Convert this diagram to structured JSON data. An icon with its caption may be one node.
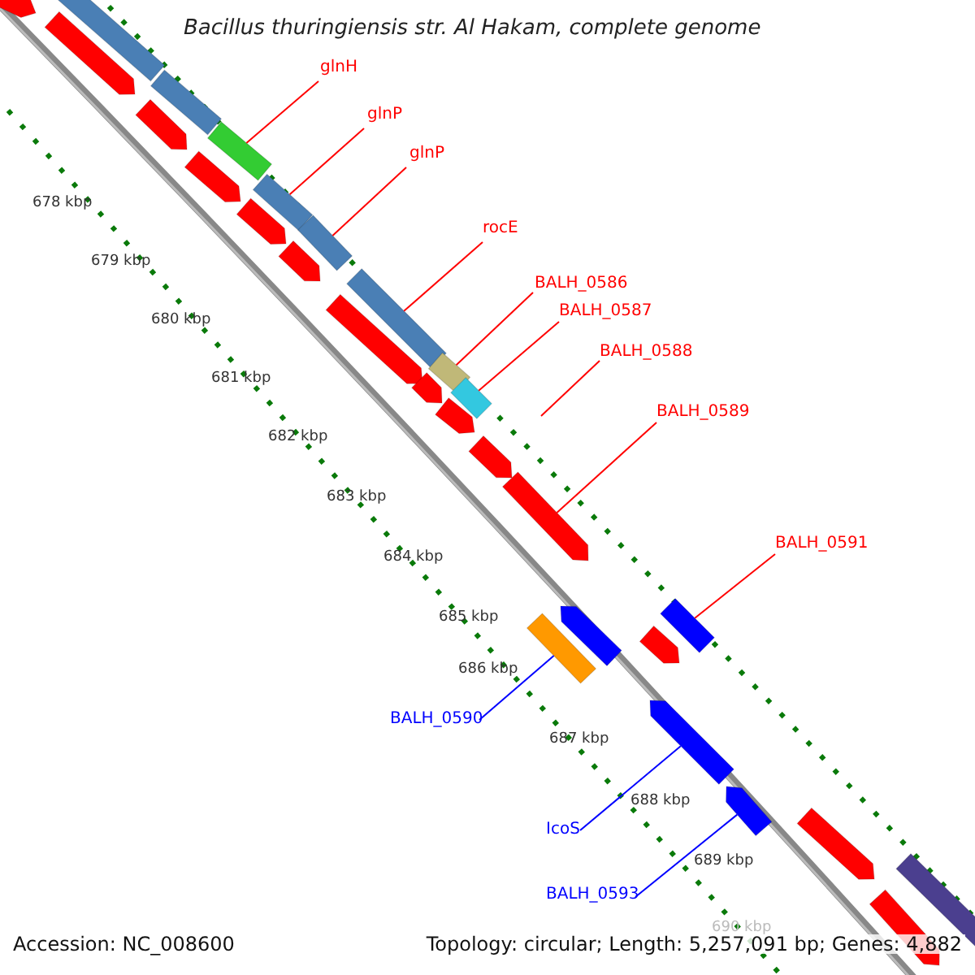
{
  "diagram": {
    "title": "Bacillus thuringiensis str. Al Hakam, complete genome",
    "nodes": [
      {
        "text": [
          "glnH"
        ]
      },
      {
        "text": [
          "glnP"
        ]
      },
      {
        "text": [
          "glnP"
        ]
      },
      {
        "text": [
          "rocE"
        ]
      },
      {
        "text": [
          "BALH_0586"
        ]
      },
      {
        "text": [
          "BALH_0587"
        ]
      },
      {
        "text": [
          "BALH_0588"
        ]
      },
      {
        "text": [
          "BALH_0589"
        ]
      },
      {
        "text": [
          "BALH_0591"
        ]
      },
      {
        "text": [
          "BALH_0590"
        ]
      },
      {
        "text": [
          "IcoS"
        ]
      },
      {
        "text": [
          "BALH_0593"
        ]
      },
      {
        "text": [],
        "shape": "box"
      },
      {
        "text": [],
        "shape": "box"
      },
      {
        "text": [],
        "shape": "box"
      },
      {
        "text": [],
        "shape": "box"
      },
      {
        "text": [],
        "shape": "box"
      },
      {
        "text": [],
        "shape": "box"
      },
      {
        "text": [],
        "shape": "box"
      },
      {
        "text": [],
        "shape": "box"
      },
      {
        "text": [],
        "shape": "arrow"
      },
      {
        "text": [],
        "shape": "arrow"
      },
      {
        "text": [],
        "shape": "arrow"
      },
      {
        "text": [],
        "shape": "arrow"
      },
      {
        "text": [],
        "shape": "arrow"
      },
      {
        "text": [],
        "shape": "arrow"
      },
      {
        "text": [],
        "shape": "arrow"
      },
      {
        "text": [],
        "shape": "arrow"
      },
      {
        "text": [],
        "shape": "arrow"
      },
      {
        "text": [],
        "shape": "arrow"
      },
      {
        "text": [],
        "shape": "arrow"
      },
      {
        "text": [],
        "shape": "box"
      },
      {
        "text": [],
        "shape": "arrow"
      },
      {
        "text": [],
        "shape": "arrow"
      },
      {
        "text": [],
        "shape": "arrow"
      },
      {
        "text": [],
        "shape": "box"
      },
      {
        "text": [],
        "shape": "arrow"
      },
      {
        "text": [],
        "shape": "box"
      },
      {
        "text": [],
        "shape": "arrow"
      },
      {
        "text": [],
        "shape": "arrow"
      }
    ],
    "edges": [
      {
        "from": 0,
        "to": 14,
        "arrow": "none"
      },
      {
        "from": 1,
        "to": 15,
        "arrow": "none"
      },
      {
        "from": 2,
        "to": 16,
        "arrow": "none"
      },
      {
        "from": 3,
        "to": 17,
        "arrow": "none"
      },
      {
        "from": 4,
        "to": 18,
        "arrow": "none"
      },
      {
        "from": 5,
        "to": 19,
        "arrow": "none"
      },
      {
        "from": 6,
        "to": null,
        "arrow": "none"
      },
      {
        "from": 7,
        "to": 30,
        "arrow": "none"
      },
      {
        "from": 8,
        "to": 31,
        "arrow": "none"
      },
      {
        "from": 9,
        "to": 37,
        "arrow": "none",
        "color": "#0000ff"
      },
      {
        "from": 10,
        "to": 38,
        "arrow": "none",
        "color": "#0000ff"
      },
      {
        "from": 11,
        "to": 39,
        "arrow": "none",
        "color": "#0000ff"
      }
    ],
    "labels": [
      "678 kbp",
      "679 kbp",
      "680 kbp",
      "681 kbp",
      "682 kbp",
      "683 kbp",
      "684 kbp",
      "685 kbp",
      "686 kbp",
      "687 kbp",
      "688 kbp",
      "689 kbp",
      "690 kbp",
      "Accession: NC_008600",
      "Topology: circular; Length: 5,257,091 bp; Genes: 4,882"
    ]
  }
}
